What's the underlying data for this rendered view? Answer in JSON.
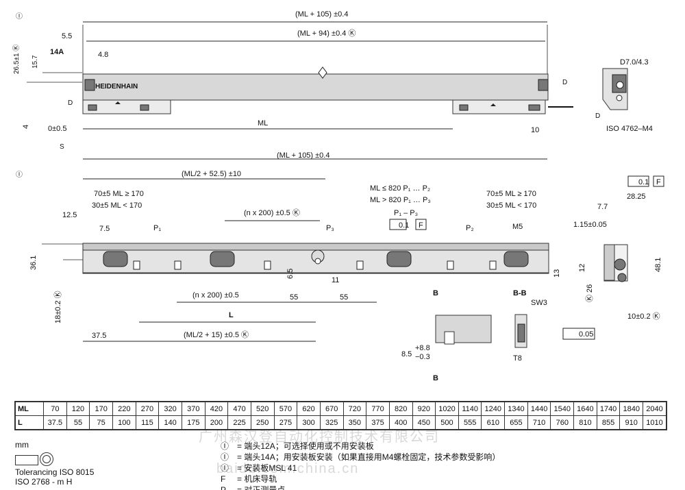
{
  "top": {
    "labels": {
      "view_1": "Ⓘ",
      "view_3": "Ⓘ",
      "ml_105": "(ML + 105) ±0.4",
      "ml_94": "(ML + 94) ±0.4 Ⓚ",
      "ml": "ML",
      "d7": "D7.0/4.3",
      "iso4762": "ISO 4762–M4",
      "heidenhain": "HEIDENHAIN",
      "dim_55": "5.5",
      "dim_14a": "14A",
      "dim_48": "4.8",
      "dim_265": "26.5±1 Ⓚ",
      "dim_157": "15.7",
      "dim_4": "4",
      "dim_0": "0±0.5",
      "dim_10": "10",
      "circle_d": "D",
      "circle_s": "S"
    }
  },
  "middle": {
    "labels": {
      "ml_105": "(ML + 105) ±0.4",
      "ml_half_525": "(ML/2 + 52.5) ±10",
      "ml_820a": "ML ≤ 820 P₁ … P₂",
      "ml_820b": "ML > 820 P₁ … P₃",
      "p1p3": "P₁ – P₃",
      "flat": "0.1",
      "f": "F",
      "left_top": "70±5 ML ≥ 170",
      "left_bottom": "30±5 ML < 170",
      "right_top": "70±5 ML ≥ 170",
      "right_bottom": "30±5 ML < 170",
      "p1": "P₁",
      "p2": "P₂",
      "p3": "P₃",
      "m5": "M5",
      "n200_k": "(n x 200) ±0.5 Ⓚ",
      "n200": "(n x 200) ±0.5",
      "dim_125": "12.5",
      "dim_75": "7.5",
      "dim_361": "36.1",
      "dim_18": "18±0.2 Ⓚ",
      "dim_65": "6.5",
      "dim_11": "11",
      "dim_55a": "55",
      "dim_55b": "55",
      "l": "L",
      "dim_375": "37.5",
      "ml_half_15": "(ML/2 + 15) ±0.5 Ⓚ",
      "dim_13": "13",
      "b": "B",
      "bb": "B-B",
      "sw3": "SW3",
      "t8": "T8",
      "dim_85": "8.5",
      "dim_88": "+8.8",
      "dim_03": "−0.3",
      "right_01": "0.1",
      "right_f": "F",
      "dim_2825": "28.25",
      "dim_77": "7.7",
      "dim_115": "1.15±0.05",
      "dim_12": "12",
      "dim_26": "Ⓚ 26",
      "dim_481": "48.1",
      "dim_10": "10±0.2 Ⓚ",
      "dim_005": "0.05"
    }
  },
  "table": {
    "ml": [
      "70",
      "120",
      "170",
      "220",
      "270",
      "320",
      "370",
      "420",
      "470",
      "520",
      "570",
      "620",
      "670",
      "720",
      "770",
      "820",
      "920",
      "1020",
      "1140",
      "1240",
      "1340",
      "1440",
      "1540",
      "1640",
      "1740",
      "1840",
      "2040"
    ],
    "l": [
      "37.5",
      "55",
      "75",
      "100",
      "115",
      "140",
      "175",
      "200",
      "225",
      "250",
      "275",
      "300",
      "325",
      "350",
      "375",
      "400",
      "450",
      "500",
      "555",
      "610",
      "655",
      "710",
      "760",
      "810",
      "855",
      "910",
      "1010"
    ],
    "ml_label": "ML",
    "l_label": "L"
  },
  "legend": {
    "mm": "mm",
    "tolerancing": "Tolerancing ISO 8015",
    "iso2768": "ISO 2768 - m H",
    "items": [
      {
        "key": "Ⓘ",
        "text": "= 端头12A；可选择使用或不用安装板"
      },
      {
        "key": "Ⓘ",
        "text": "= 端头14A；用安装板安装（如果直接用M4螺栓固定，技术参数受影响）"
      },
      {
        "key": "Ⓘ",
        "text": "= 安装板MSL 41"
      },
      {
        "key": "F",
        "text": "= 机床导轨"
      },
      {
        "key": "P",
        "text": "= 对正测量点"
      }
    ]
  },
  "watermark": {
    "cn": "广州森汉登自动化控制技术有限公司",
    "url": "baidu.com.china.cn"
  }
}
